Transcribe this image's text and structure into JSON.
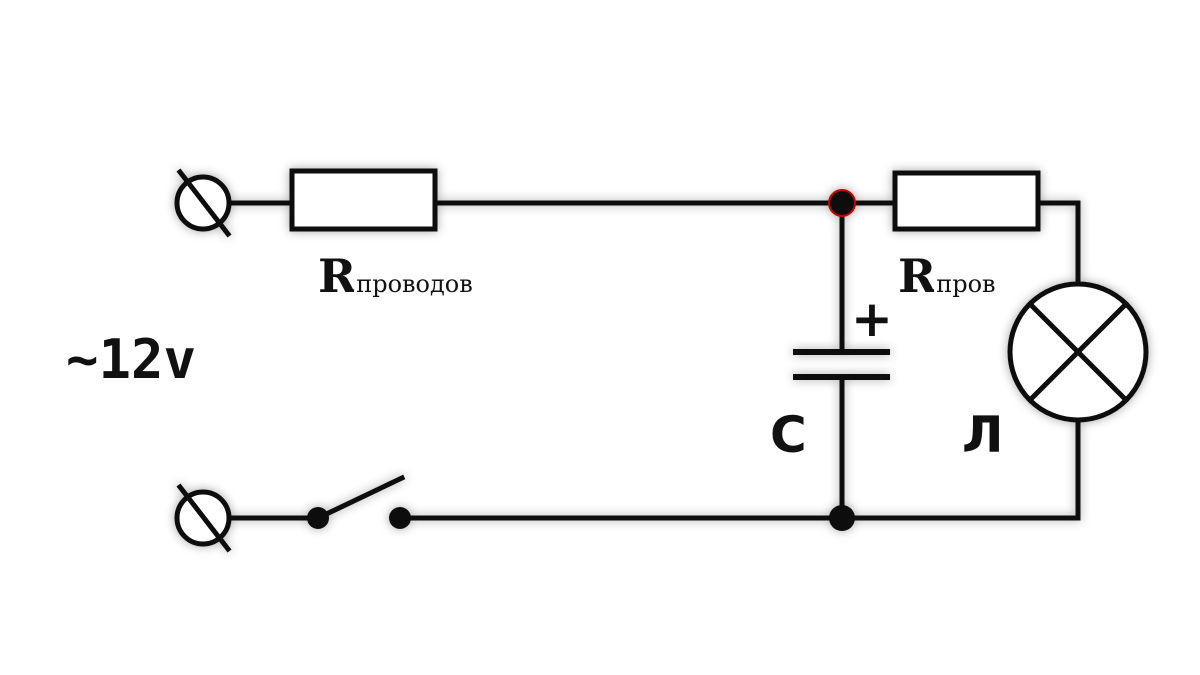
{
  "source": {
    "label": "~12v"
  },
  "r_wires": {
    "main": "R",
    "sub": "проводов"
  },
  "r_wire_lamp": {
    "main": "R",
    "sub": "пров"
  },
  "capacitor": {
    "label": "C",
    "polarity": "+"
  },
  "lamp": {
    "label": "Л"
  },
  "colors": {
    "line": "#111111",
    "background": "#ffffff",
    "halo": "#000000",
    "node_highlight": "#cc0000"
  }
}
